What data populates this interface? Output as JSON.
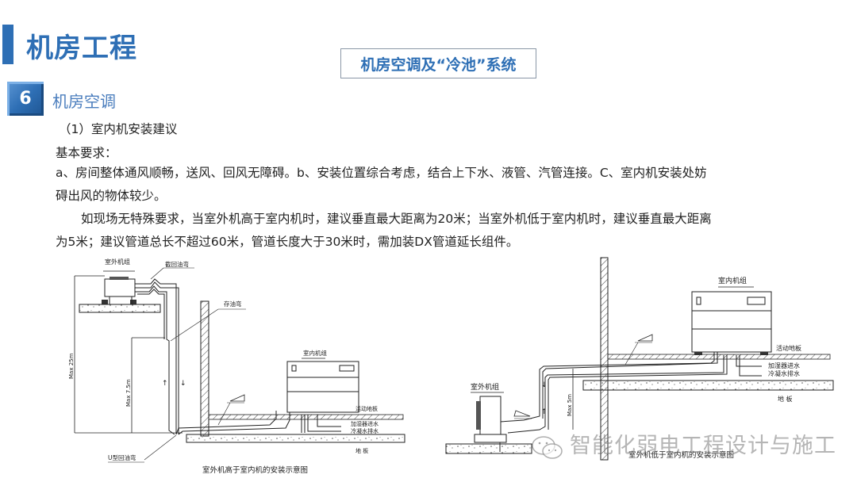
{
  "header": {
    "title": "机房工程",
    "system_box": "机房空调及“冷池”系统"
  },
  "section": {
    "number": "6",
    "title": "机房空调"
  },
  "body": {
    "subheading": "（1）室内机安装建议",
    "requirements_label": "基本要求：",
    "line1": "a、房间整体通风顺畅，送风、回风无障碍。b、安装位置综合考虑，结合上下水、液管、汽管连接。C、室内机安装处妨",
    "line2": "碍出风的物体较少。",
    "line3": "如现场无特殊要求，当室外机高于室内机时，建议垂直最大距离为20米；当室外机低于室内机时，建议垂直最大距离",
    "line4": "为5米；建议管道总长不超过60米，管道长度大于30米时，需加装DX管道延长组件。"
  },
  "diagram_left": {
    "outdoor_unit": "室外机组",
    "oil_return_bend": "截回油弯",
    "oil_trap": "存油弯",
    "max_25": "Max 25m",
    "max_7_5": "Max 7.5m",
    "u_bend": "U型回油弯",
    "indoor_unit": "室内机组",
    "raised_floor": "活动地板",
    "humidifier_in": "加湿器进水",
    "condensate_drain": "冷凝水排水",
    "floor": "地 板",
    "caption": "室外机高于室内机的安装示意图"
  },
  "diagram_right": {
    "indoor_unit": "室内机组",
    "raised_floor": "活动地板",
    "humidifier_in": "加湿器进水",
    "condensate_drain": "冷凝水排水",
    "floor": "地 板",
    "outdoor_unit": "室外机组",
    "max_5": "Max 5m",
    "caption": "室外机低于室内机的安装示意图"
  },
  "watermark": {
    "text": "智能化弱电工程设计与施工",
    "icon": "wechat-icon"
  },
  "colors": {
    "brand_blue": "#2e6fb5",
    "section_blue": "#4a7dbd",
    "box_border": "#8a97a6"
  }
}
